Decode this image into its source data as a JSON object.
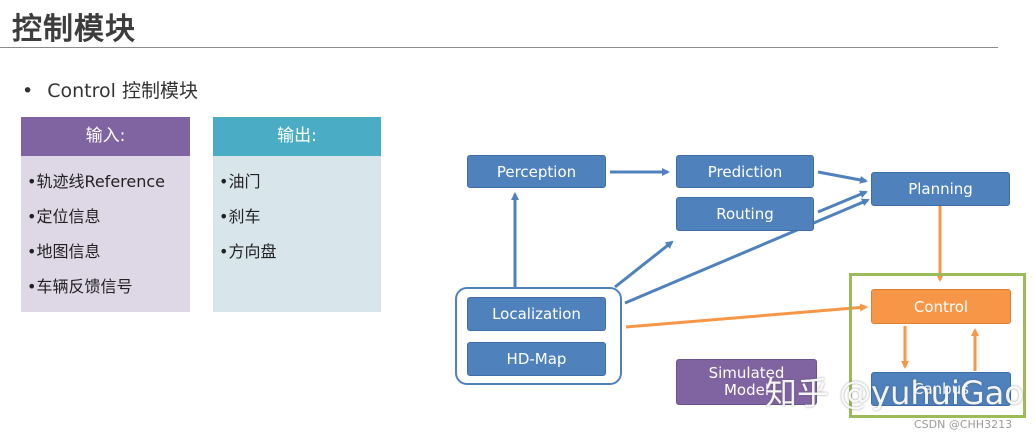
{
  "header": {
    "title": "控制模块"
  },
  "intro": {
    "bullet": "•",
    "text": "Control 控制模块"
  },
  "inputs": {
    "heading": "输入:",
    "items": [
      "•轨迹线Reference",
      "•定位信息",
      "•地图信息",
      "•车辆反馈信号"
    ]
  },
  "outputs": {
    "heading": "输出:",
    "items": [
      "•油门",
      "•刹车",
      "•方向盘"
    ]
  },
  "diagram": {
    "nodes": {
      "perception": "Perception",
      "prediction": "Prediction",
      "routing": "Routing",
      "planning": "Planning",
      "localization": "Localization",
      "hdmap": "HD-Map",
      "control": "Control",
      "simulated_line1": "Simulated",
      "simulated_line2": "Model",
      "canbus": "Canbus"
    },
    "colors": {
      "module": "#4f81bd",
      "control": "#f79646",
      "simulated": "#8064a2",
      "control_group_border": "#9bbb59",
      "arrow_blue": "#4f81bd",
      "arrow_orange": "#f79646"
    }
  },
  "watermark": {
    "text": "知乎 @yuhuiGao"
  },
  "credit": {
    "text": "CSDN @CHH3213"
  }
}
